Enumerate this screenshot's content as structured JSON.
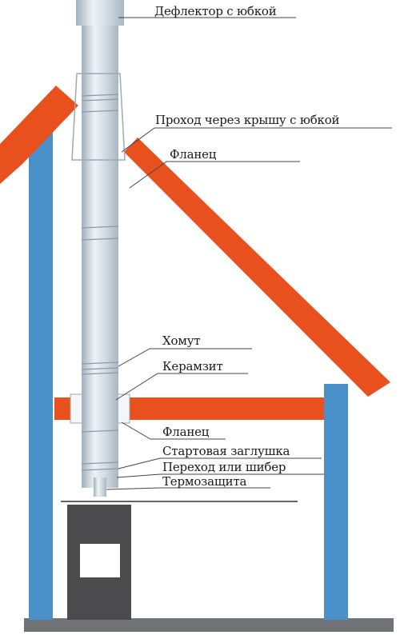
{
  "labels": {
    "deflector": "Дефлектор с юбкой",
    "roof_pass": "Проход через крышу с юбкой",
    "flange_top": "Фланец",
    "clamp": "Хомут",
    "keramzit": "Керамзит",
    "flange_bottom": "Фланец",
    "start_plug": "Стартовая заглушка",
    "adapter": "Переход или шибер",
    "thermo": "Термозащита"
  },
  "colors": {
    "roof": "#e8501e",
    "wall": "#4a90c8",
    "ceiling": "#e8501e",
    "stove": "#4b4b4d",
    "floor": "#6f7276",
    "pipe": "#c9d4dc",
    "line": "#333333"
  }
}
